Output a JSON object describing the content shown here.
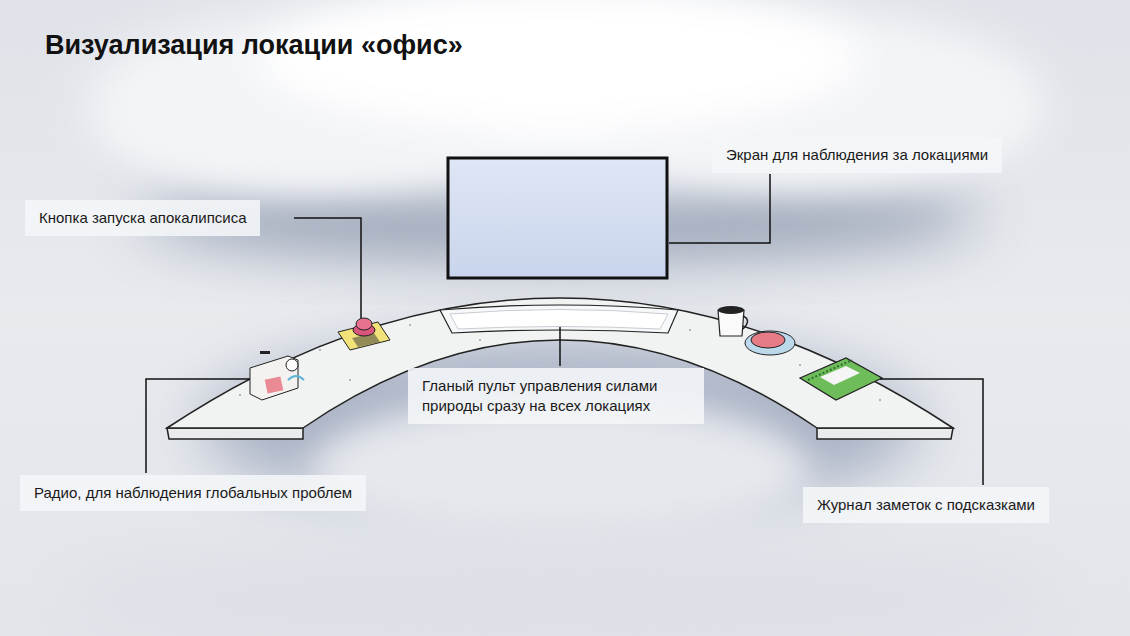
{
  "diagram": {
    "title": "Визуализация локации «офис»",
    "nodes": [
      {
        "text": [
          "Экран для наблюдения за локациями"
        ]
      },
      {
        "text": [
          "Кнопка запуска апокалипсиса"
        ]
      },
      {
        "text": [
          "Гланый пульт управления силами природы сразу на всех локациях"
        ]
      },
      {
        "text": [
          "Радио, для наблюдения глобальных проблем"
        ]
      },
      {
        "text": [
          "Журнал заметок с подсказками"
        ]
      }
    ]
  }
}
